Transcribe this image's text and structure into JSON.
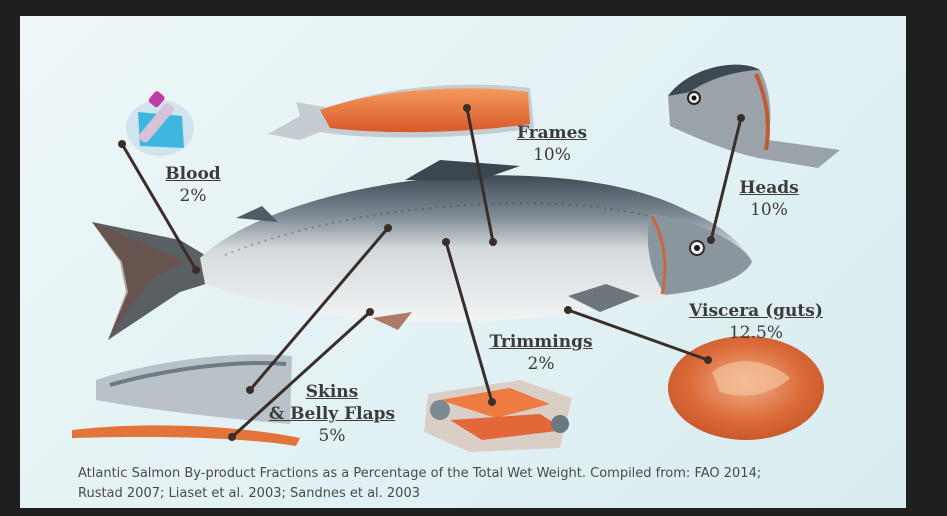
{
  "labels": {
    "blood": {
      "name": "Blood",
      "pct": "2%"
    },
    "frames": {
      "name": "Frames",
      "pct": "10%"
    },
    "heads": {
      "name": "Heads",
      "pct": "10%"
    },
    "viscera": {
      "name": "Viscera (guts)",
      "pct": "12.5%"
    },
    "trimmings": {
      "name": "Trimmings",
      "pct": "2%"
    },
    "skins": {
      "name_line1": "Skins",
      "name_line2": "& Belly Flaps",
      "pct": "5%"
    }
  },
  "caption": {
    "line1": "Atlantic Salmon By-product Fractions as a Percentage of the Total Wet Weight.  Compiled from: FAO 2014;",
    "line2": "Rustad 2007; Liaset et al. 2003; Sandnes et al. 2003"
  },
  "colors": {
    "slide_bg": "#e2f1f4",
    "leader_line": "#3a2e2a",
    "salmon_flesh": "#e8743a",
    "fish_silver": "#c9d0d6",
    "fish_back": "#4a5560",
    "blood_glove": "#3fb6e0"
  }
}
